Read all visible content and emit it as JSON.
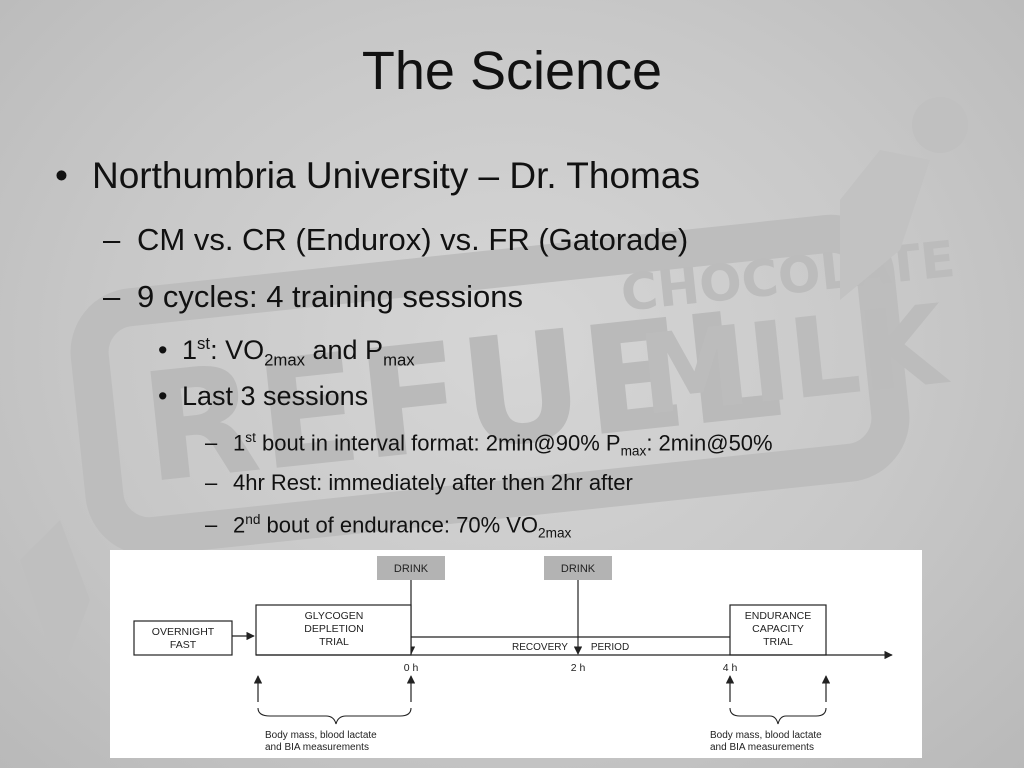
{
  "slide": {
    "title": "The Science",
    "bullets": {
      "l1": "Northumbria University – Dr. Thomas",
      "l2a": "CM vs. CR (Endurox) vs. FR (Gatorade)",
      "l2b": "9 cycles: 4 training sessions",
      "l3a": {
        "pre": "1",
        "sup": "st",
        "mid": ": VO",
        "sub1": "2max",
        "mid2": " and P",
        "sub2": "max"
      },
      "l3b": "Last 3 sessions",
      "l4a": {
        "pre": "1",
        "sup": "st",
        "mid": " bout in interval format: 2min@90% P",
        "sub": "max",
        "post": ": 2min@50%"
      },
      "l4b": "4hr Rest: immediately after then 2hr after",
      "l4c": {
        "pre": "2",
        "sup": "nd",
        "mid": " bout of endurance: 70% VO",
        "sub": "2max"
      }
    },
    "markers": {
      "dot": "•",
      "dash": "–"
    }
  },
  "diagram": {
    "drink1": "DRINK",
    "drink2": "DRINK",
    "overnight": [
      "OVERNIGHT",
      "FAST"
    ],
    "glycogen": [
      "GLYCOGEN",
      "DEPLETION",
      "TRIAL"
    ],
    "endurance": [
      "ENDURANCE",
      "CAPACITY",
      "TRIAL"
    ],
    "recovery": "RECOVERY",
    "period": "PERIOD",
    "t0": "0 h",
    "t2": "2 h",
    "t4": "4 h",
    "measure_left": [
      "Body mass, blood lactate",
      "and BIA measurements"
    ],
    "measure_right": [
      "Body mass, blood lactate",
      "and BIA measurements"
    ]
  },
  "colors": {
    "background": "#c8c8c8",
    "text": "#111111",
    "drink_box": "#b3b3b3"
  }
}
